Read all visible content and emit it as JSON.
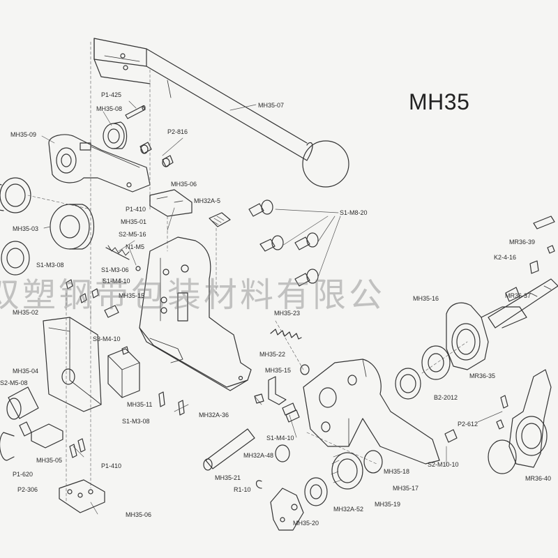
{
  "title": "MH35",
  "watermark": "双塑钢带包装材料有限公",
  "colors": {
    "line": "#333333",
    "paper": "#f5f5f3",
    "leader": "#555555"
  },
  "labels": [
    "MH35-07",
    "P1-425",
    "MH35-08",
    "P2-816",
    "MH35-09",
    "MH35-06",
    "MH32A-5",
    "S1-M8-20",
    "P1-410",
    "MH35-01",
    "S2-M5-16",
    "N1-M5",
    "MH35-03",
    "S1-M3-08",
    "S1-M3-06",
    "S1-M4-10",
    "MH35-15",
    "MH35-02",
    "MH35-23",
    "MR36-39",
    "K2-4-16",
    "MR36-37",
    "MH35-16",
    "S3-M4-10",
    "MH35-22",
    "MH35-15",
    "MH35-04",
    "S2-M5-08",
    "MH35-11",
    "S1-M3-08",
    "MH32A-36",
    "S1-M4-10",
    "MR36-35",
    "B2-2012",
    "P2-612",
    "MR36-40",
    "MH35-05",
    "P1-620",
    "P2-306",
    "P1-410",
    "MH35-06",
    "MH35-21",
    "MH32A-48",
    "R1-10",
    "MH35-18",
    "MH35-17",
    "S2-M10-10",
    "MH32A-52",
    "MH35-19",
    "MH35-20"
  ]
}
